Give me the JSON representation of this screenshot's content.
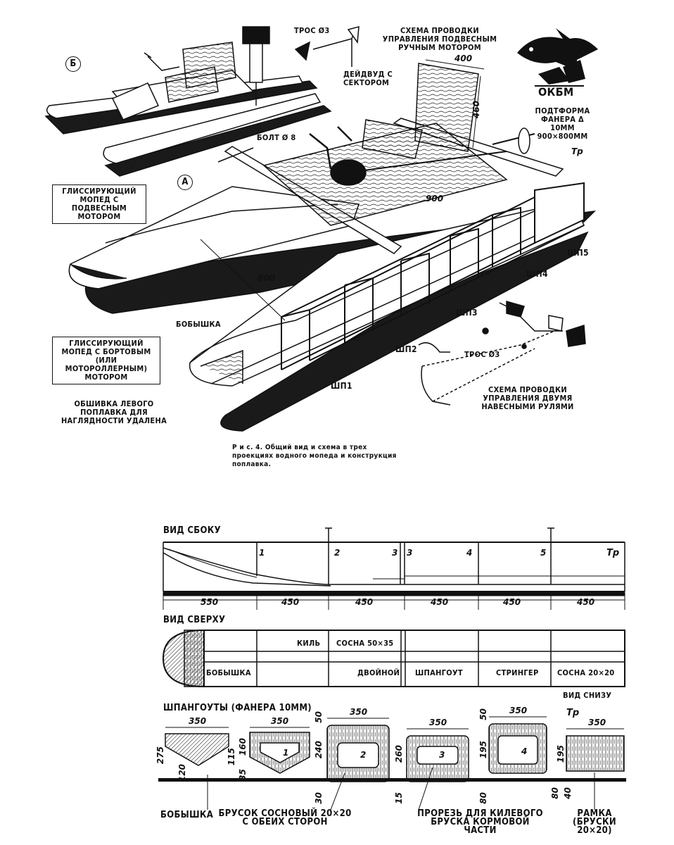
{
  "top_figure": {
    "label_b": "Б",
    "label_a": "А",
    "tros3_top": "ТРОС Ø3",
    "control_scheme_outboard": "СХЕМА ПРОВОДКИ УПРАВЛЕНИЯ ПОДВЕСНЫМ РУЧНЫМ МОТОРОМ",
    "deidvud": "ДЕЙДВУД С СЕКТОРОМ",
    "logo_text": "ОКБМ",
    "dim_400": "400",
    "dim_460": "460",
    "dim_900": "900",
    "dim_800": "800",
    "platform": "ПОДТФОРМА ФАНЕРА δ 10мм 900×800мм",
    "bolt": "БОЛТ Ø 8",
    "tr": "Тр",
    "moped_outboard": "ГЛИССИРУЮЩИЙ МОПЕД С ПОДВЕСНЫМ МОТОРОМ",
    "moped_side": "ГЛИССИРУЮЩИЙ МОПЕД С БОРТОВЫМ (ИЛИ МОТОРОЛЛЕРНЫМ) МОТОРОМ",
    "boss": "БОБЫШКА",
    "sheathing_note": "ОБШИВКА ЛЕВОГО ПОПЛАВКА ДЛЯ НАГЛЯДНОСТИ УДАЛЕНА",
    "frames": [
      "шп1",
      "шп2",
      "шп3",
      "шп4",
      "шп5"
    ],
    "tros3_bottom": "ТРОС Ø3",
    "control_scheme_rudders": "СХЕМА ПРОВОДКИ УПРАВЛЕНИЯ ДВУМЯ НАВЕСНЫМИ РУЛЯМИ",
    "caption": "Р и с. 4. Общий вид и схема в трех проекциях водного мопеда и конструкция поплавка."
  },
  "side_view": {
    "title": "ВИД СБОКУ",
    "frame_numbers": [
      "1",
      "2",
      "3",
      "3",
      "4",
      "5"
    ],
    "tr": "Тр",
    "spacings": [
      "550",
      "450",
      "450",
      "450",
      "450",
      "450"
    ]
  },
  "top_view": {
    "title": "ВИД СВЕРХУ",
    "keel": "КИЛЬ",
    "pine_50": "СОСНА 50×35",
    "boss": "БОБЫШКА",
    "double": "ДВОЙНОЙ",
    "frame": "ШПАНГОУТ",
    "stringer": "СТРИНГЕР",
    "pine_20": "СОСНА 20×20",
    "bottom_view": "ВИД СНИЗУ"
  },
  "frames_section": {
    "title": "ШПАНГОУТЫ (ФАНЕРА 10мм)",
    "tr": "Тр",
    "widths": [
      "350",
      "350",
      "350",
      "350",
      "350",
      "350"
    ],
    "numbers": [
      "1",
      "2",
      "3",
      "4"
    ],
    "heights": {
      "boss_total": "275",
      "boss_low": "120",
      "f1_top": "160",
      "f1_mid": "115",
      "f1_low": "35",
      "f2_top": "50",
      "f2_mid": "240",
      "f2_low": "30",
      "f3_mid": "260",
      "f3_low": "15",
      "f4_top": "50",
      "f4_mid": "195",
      "f4_low": "80",
      "tr_mid": "195",
      "tr_low1": "80",
      "tr_low2": "40"
    },
    "note_boss": "БОБЫШКА",
    "note_bar": "БРУСОК СОСНОВЫЙ 20×20 С ОБЕИХ СТОРОН",
    "note_slot": "ПРОРЕЗЬ ДЛЯ КИЛЕВОГО БРУСКА КОРМОВОЙ ЧАСТИ",
    "note_frame": "РАМКА (БРУСКИ 20×20)"
  },
  "colors": {
    "ink": "#111111",
    "paper": "#ffffff",
    "shadow": "#1a1a1a"
  }
}
